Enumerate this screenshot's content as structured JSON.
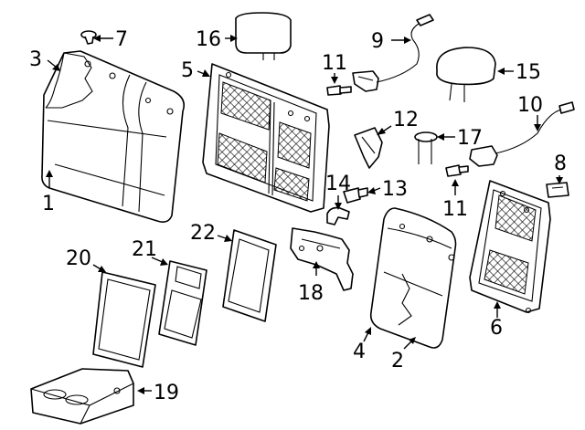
{
  "diagram": {
    "callouts": {
      "c1": "1",
      "c2": "2",
      "c3": "3",
      "c4": "4",
      "c5": "5",
      "c6": "6",
      "c7": "7",
      "c8": "8",
      "c9": "9",
      "c10": "10",
      "c11a": "11",
      "c11b": "11",
      "c12": "12",
      "c13": "13",
      "c14": "14",
      "c15": "15",
      "c16": "16",
      "c17": "17",
      "c18": "18",
      "c19": "19",
      "c20": "20",
      "c21": "21",
      "c22": "22"
    }
  }
}
